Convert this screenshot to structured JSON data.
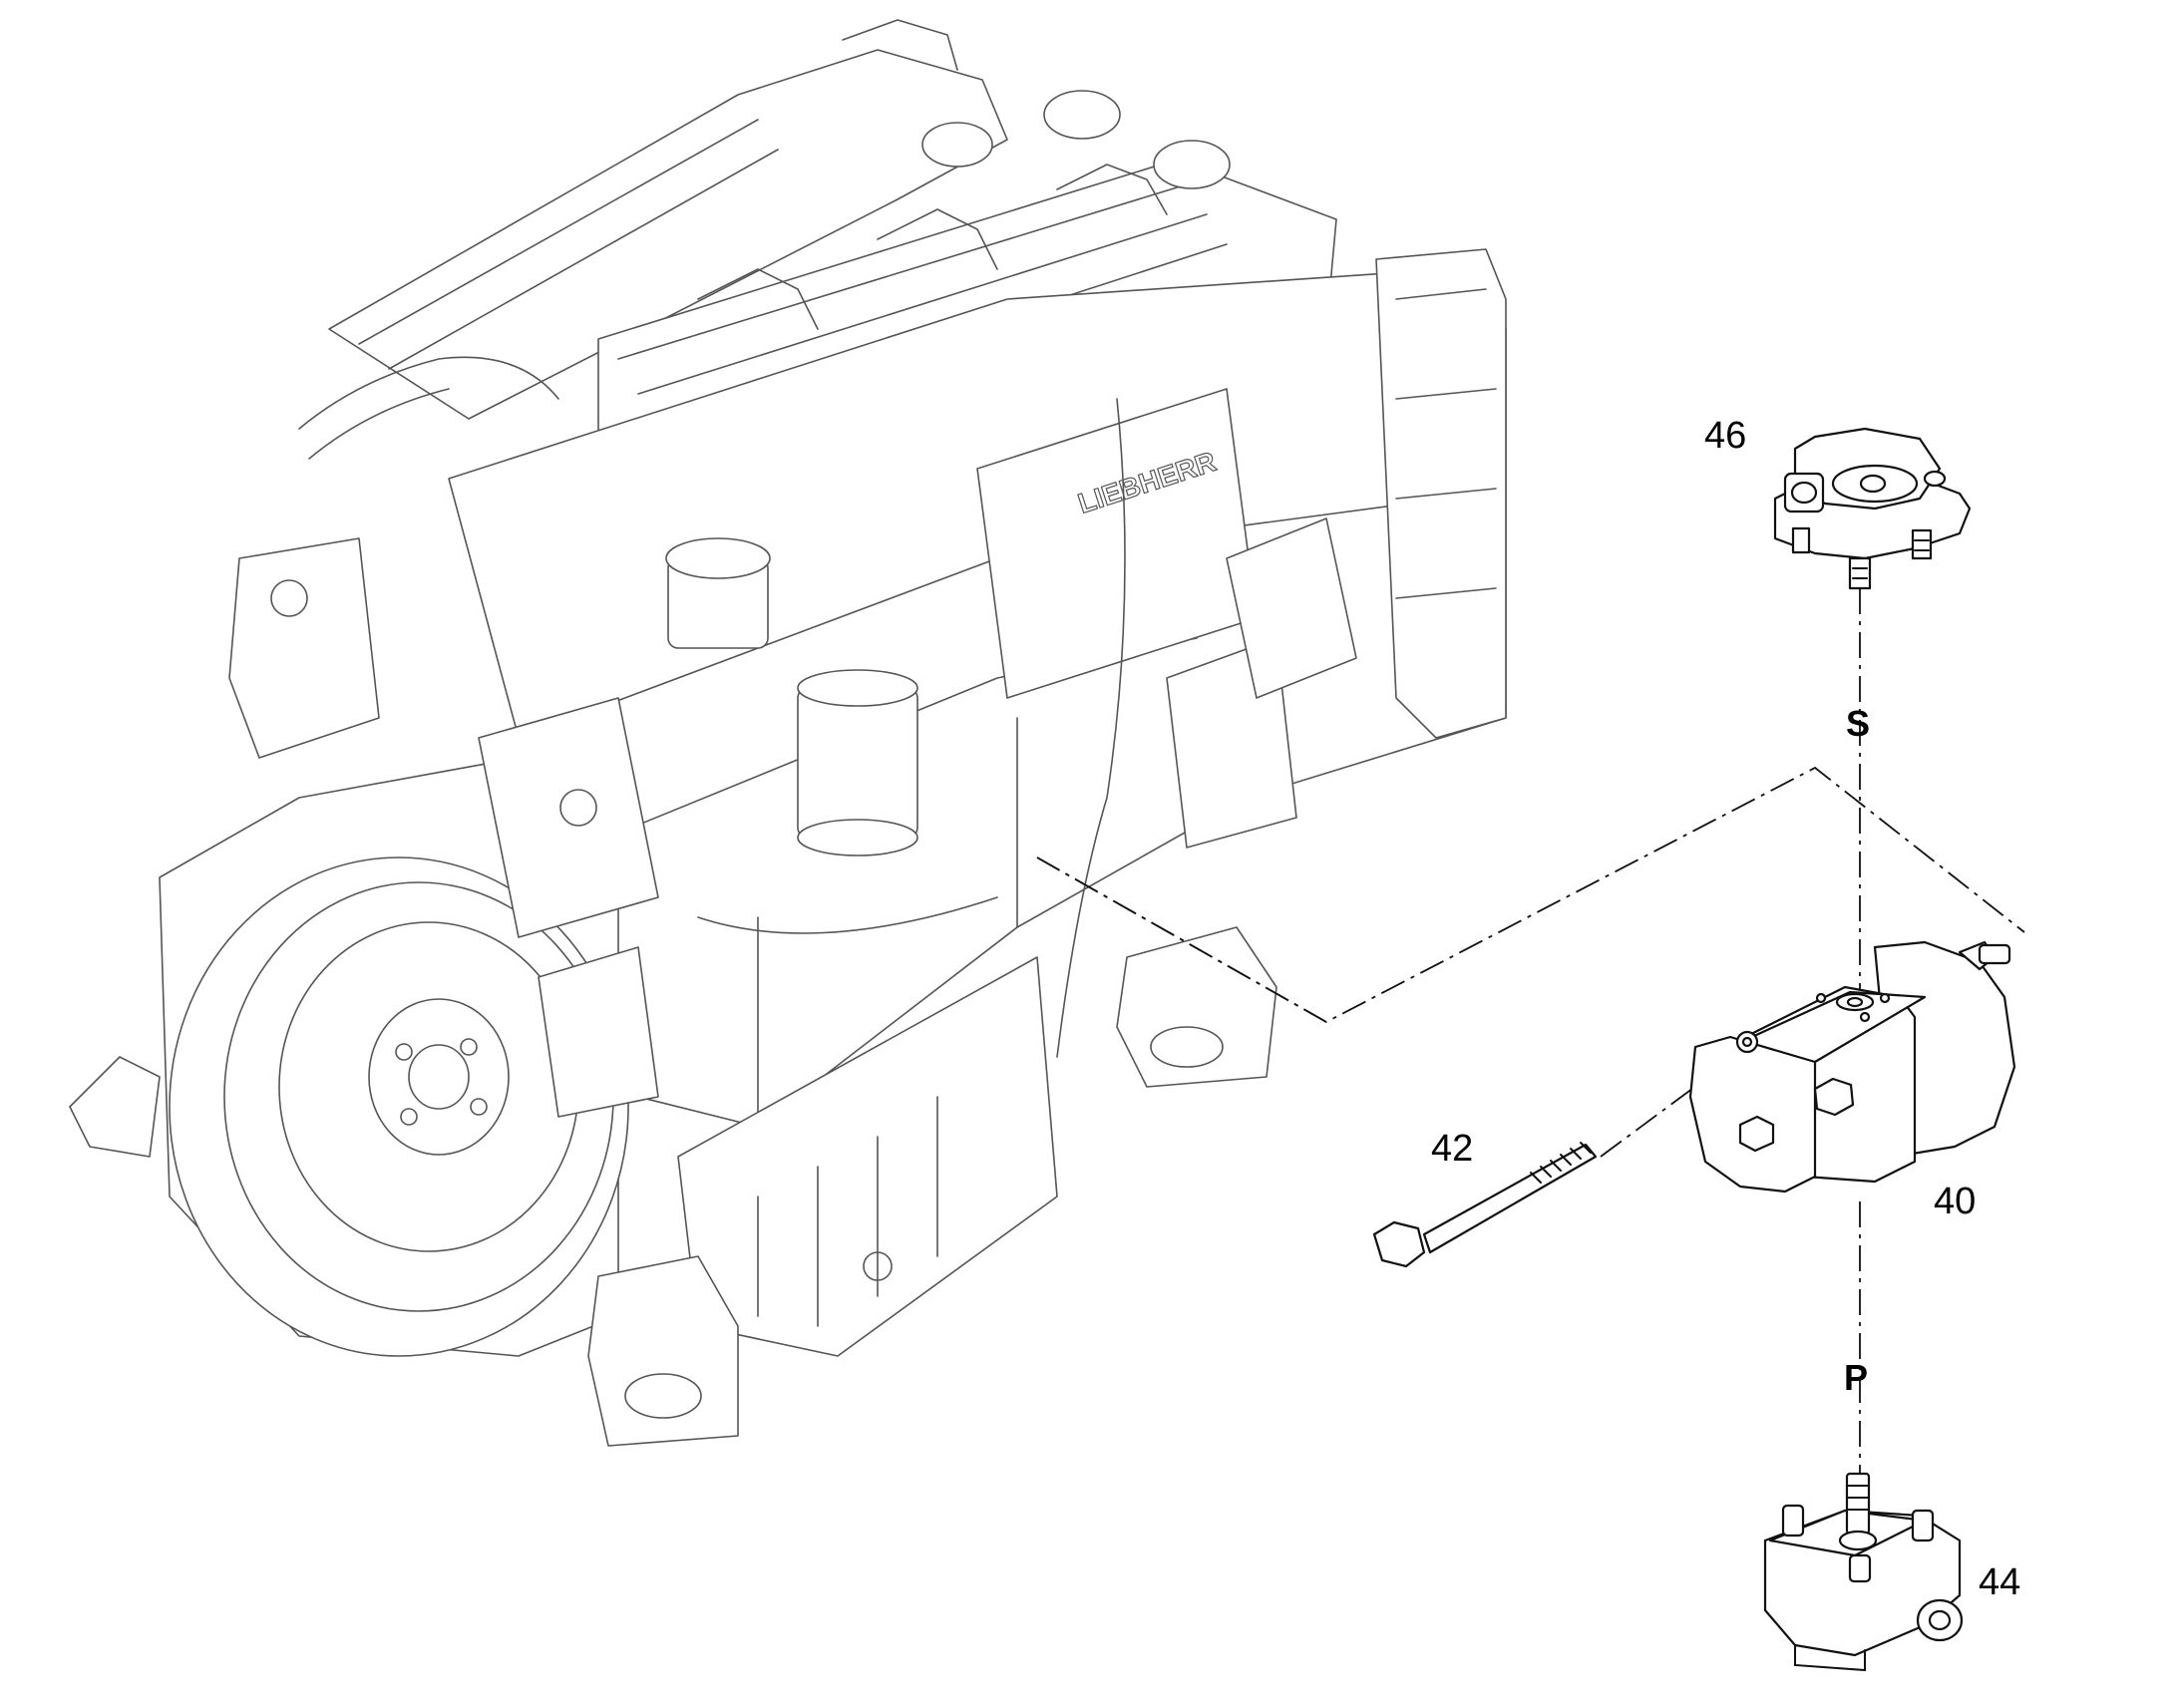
{
  "diagram": {
    "callouts": [
      {
        "id": "c46",
        "label": "46"
      },
      {
        "id": "c42",
        "label": "42"
      },
      {
        "id": "c40",
        "label": "40"
      },
      {
        "id": "c44",
        "label": "44"
      }
    ],
    "flow_labels": {
      "suction": "S",
      "pressure": "P"
    },
    "engine_badge": "LIEBHERR",
    "colors": {
      "line": "#111111",
      "engine_line": "#555555",
      "background": "#ffffff"
    }
  }
}
